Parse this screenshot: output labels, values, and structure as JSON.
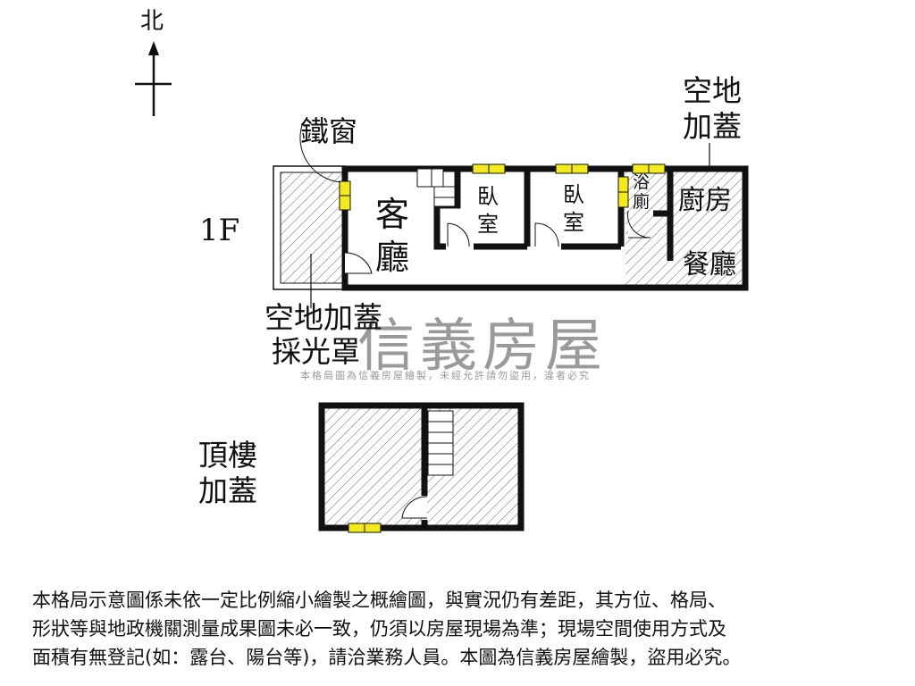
{
  "compass": {
    "label": "北"
  },
  "floors": {
    "first": {
      "label": "1F"
    },
    "roof": {
      "label_line1": "頂樓",
      "label_line2": "加蓋"
    }
  },
  "labels": {
    "iron_window": "鐵窗",
    "living_room_1": "客",
    "living_room_2": "廳",
    "bedroom_a_1": "臥",
    "bedroom_a_2": "室",
    "bedroom_b_1": "臥",
    "bedroom_b_2": "室",
    "bathroom_1": "浴",
    "bathroom_2": "廁",
    "kitchen": "廚房",
    "dining": "餐廳",
    "addition_top_1": "空地",
    "addition_top_2": "加蓋",
    "skylight_1": "空地加蓋",
    "skylight_2": "採光罩"
  },
  "watermark": {
    "brand": "信義房屋",
    "notice": "本格局圖為信義房屋繪製，未經允許請勿盜用，違者必究"
  },
  "disclaimer": {
    "line1": "本格局示意圖係未依一定比例縮小繪製之概繪圖，與實況仍有差距，其方位、格局、",
    "line2": "形狀等與地政機關測量成果圖未必一致，仍須以房屋現場為準；現場空間使用方式及",
    "line3": "面積有無登記(如：露台、陽台等)，請洽業務人員。本圖為信義房屋繪製，盜用必究。"
  },
  "colors": {
    "wall": "#111111",
    "window": "#f2ea1c",
    "hatch": "#555555",
    "watermark": "#9a9a9a"
  }
}
